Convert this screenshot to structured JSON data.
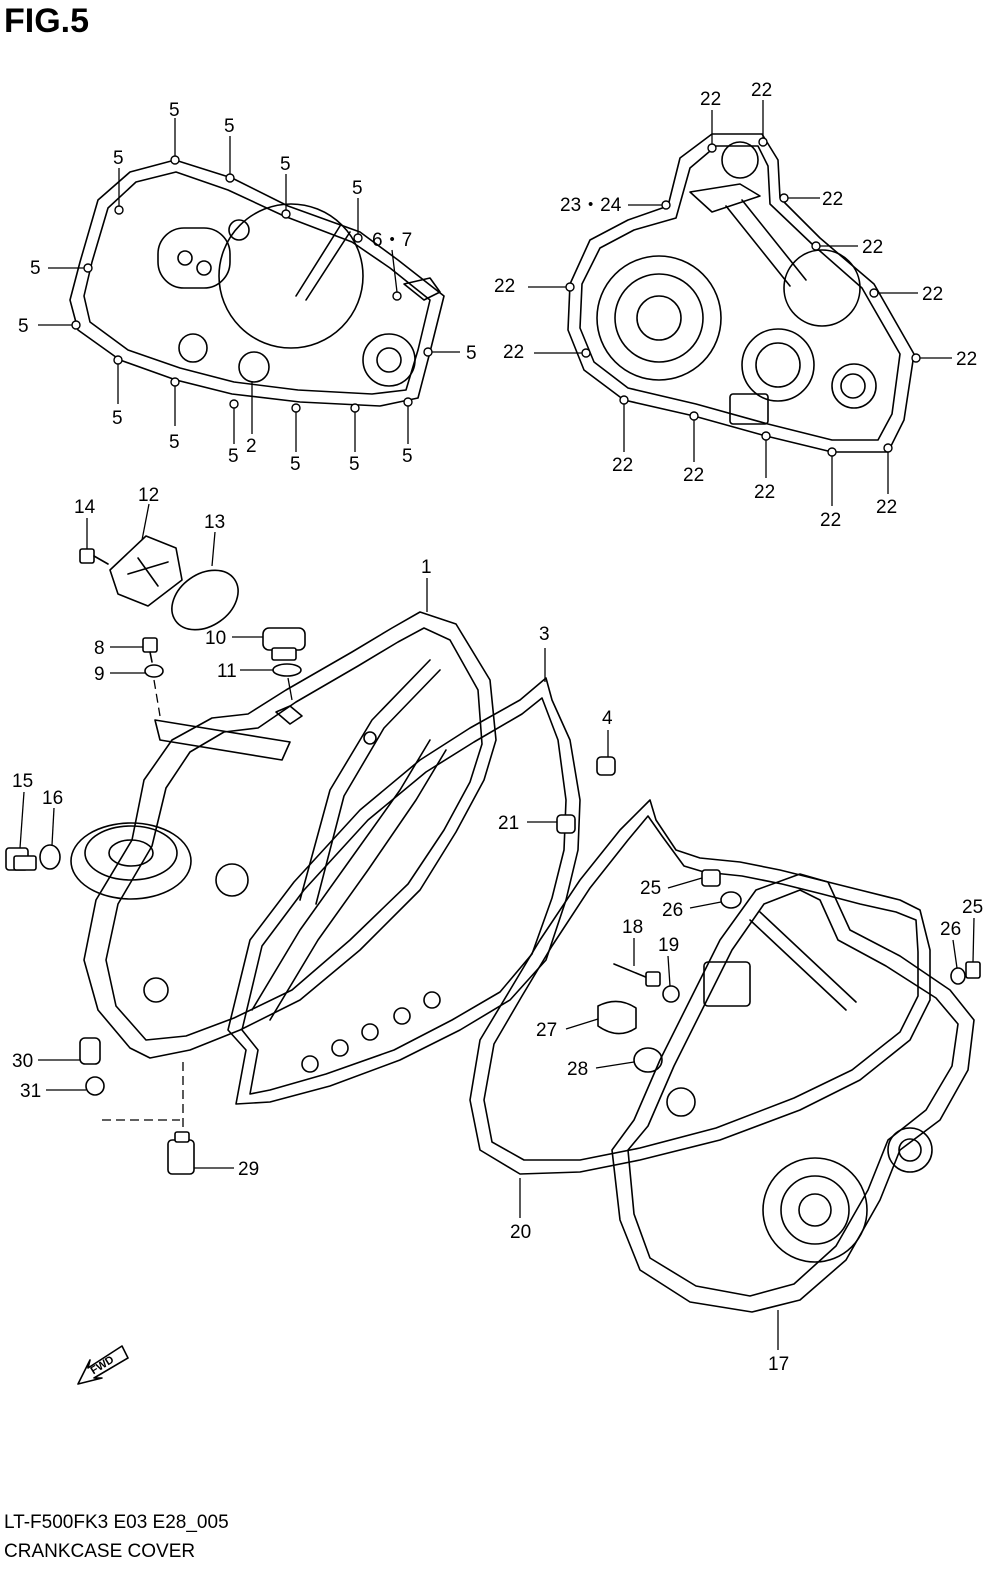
{
  "figure": {
    "title": "FIG.5"
  },
  "footer": {
    "model_code": "LT-F500FK3 E03 E28_005",
    "section_name": "CRANKCASE COVER"
  },
  "fwd_badge": "FWD",
  "callouts": {
    "p1": "1",
    "p2": "2",
    "p3": "3",
    "p4": "4",
    "p5": "5",
    "p6_7": "6・7",
    "p8": "8",
    "p9": "9",
    "p10": "10",
    "p11": "11",
    "p12": "12",
    "p13": "13",
    "p14": "14",
    "p15": "15",
    "p16": "16",
    "p17": "17",
    "p18": "18",
    "p19": "19",
    "p20": "20",
    "p21": "21",
    "p22": "22",
    "p23_24": "23・24",
    "p25": "25",
    "p26": "26",
    "p27": "27",
    "p28": "28",
    "p29": "29",
    "p30": "30",
    "p31": "31"
  }
}
